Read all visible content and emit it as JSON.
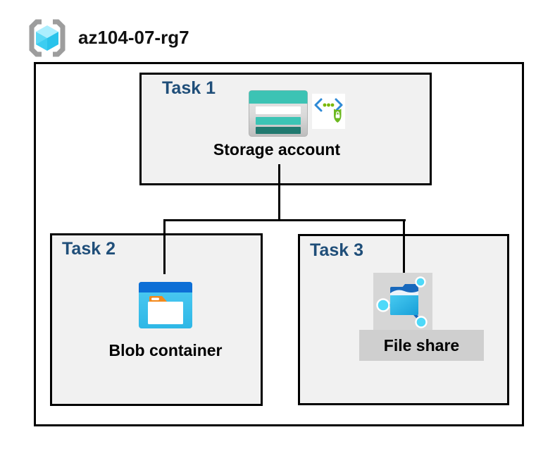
{
  "resource_group": {
    "name": "az104-07-rg7",
    "icon": "resource-group-icon"
  },
  "tasks": [
    {
      "label": "Task 1",
      "item": "Storage account",
      "icons": [
        "storage-account-icon",
        "sas-shield-lock-icon"
      ]
    },
    {
      "label": "Task 2",
      "item": "Blob container",
      "icons": [
        "blob-container-icon"
      ]
    },
    {
      "label": "Task 3",
      "item": "File share",
      "icons": [
        "file-share-icon"
      ],
      "highlighted": true
    }
  ],
  "connections": [
    {
      "from": "Storage account",
      "to": "Blob container"
    },
    {
      "from": "Storage account",
      "to": "File share"
    }
  ],
  "colors": {
    "task_label_blue": "#1f4e79",
    "box_fill": "#f1f1f1",
    "box_border": "#000000",
    "connector": "#000000",
    "highlight_gray_icon": "#d6d6d6",
    "highlight_gray_label": "#cfcfcf",
    "storage_teal": "#3cc3b4",
    "storage_teal_dark": "#20796f",
    "blob_blue_bar": "#0d6fd6",
    "blob_cyan": "#3fc6f0",
    "folder_orange": "#f28a1e",
    "sas_bracket_blue": "#2e8ad6",
    "sas_green": "#6cb820",
    "fileshare_navy": "#1868bc",
    "fileshare_cyan": "#4ed9f9",
    "rg_cube_cyan": "#50d6f4",
    "rg_bracket_gray": "#9d9d9d"
  }
}
